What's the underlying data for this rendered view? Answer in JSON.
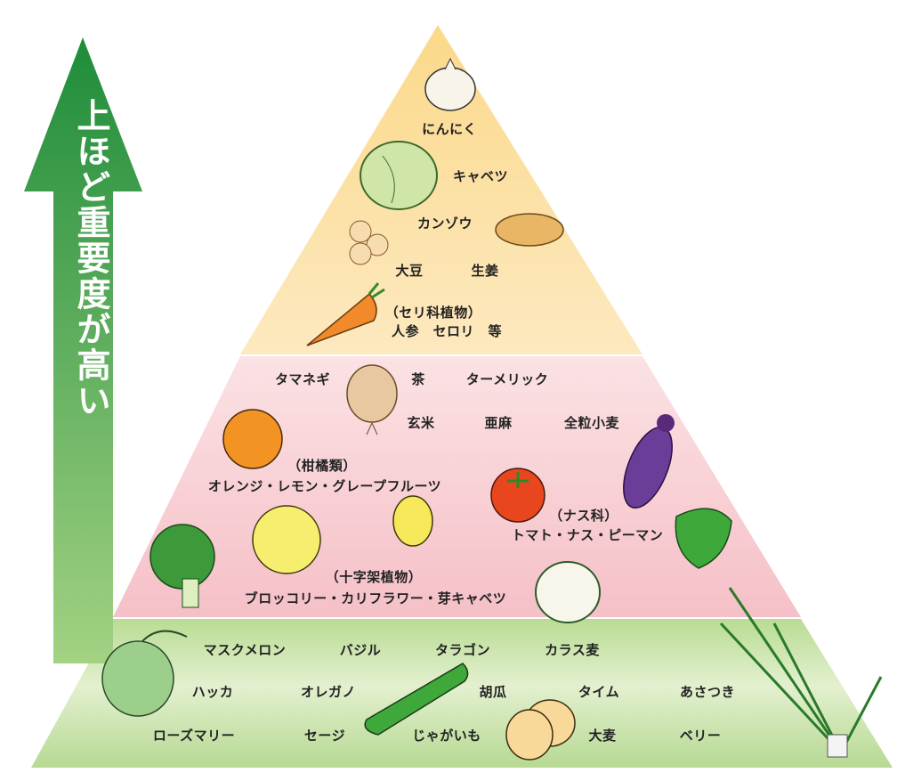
{
  "arrow": {
    "label": "上ほど重要度が高い",
    "color_top": "#1e8c3a",
    "color_bottom": "#9fd07f"
  },
  "tiers": {
    "top": {
      "color": "#fbd98e",
      "items": [
        "にんにく",
        "キャベツ",
        "カンゾウ",
        "大豆",
        "生姜",
        "（セリ科植物）",
        "人参　セロリ　等"
      ]
    },
    "middle": {
      "color": "#f7c9cf",
      "items": [
        "タマネギ",
        "茶",
        "ターメリック",
        "玄米",
        "亜麻",
        "全粒小麦",
        "（柑橘類）",
        "オレンジ・レモン・グレープフルーツ",
        "（ナス科）",
        "トマト・ナス・ピーマン",
        "（十字架植物）",
        "ブロッコリー・カリフラワー・芽キャベツ"
      ]
    },
    "bottom": {
      "color": "#c8e2a6",
      "items": [
        "マスクメロン",
        "バジル",
        "タラゴン",
        "カラス麦",
        "ハッカ",
        "オレガノ",
        "胡瓜",
        "タイム",
        "あさつき",
        "ローズマリー",
        "セージ",
        "じゃがいも",
        "大麦",
        "ベリー"
      ]
    }
  }
}
